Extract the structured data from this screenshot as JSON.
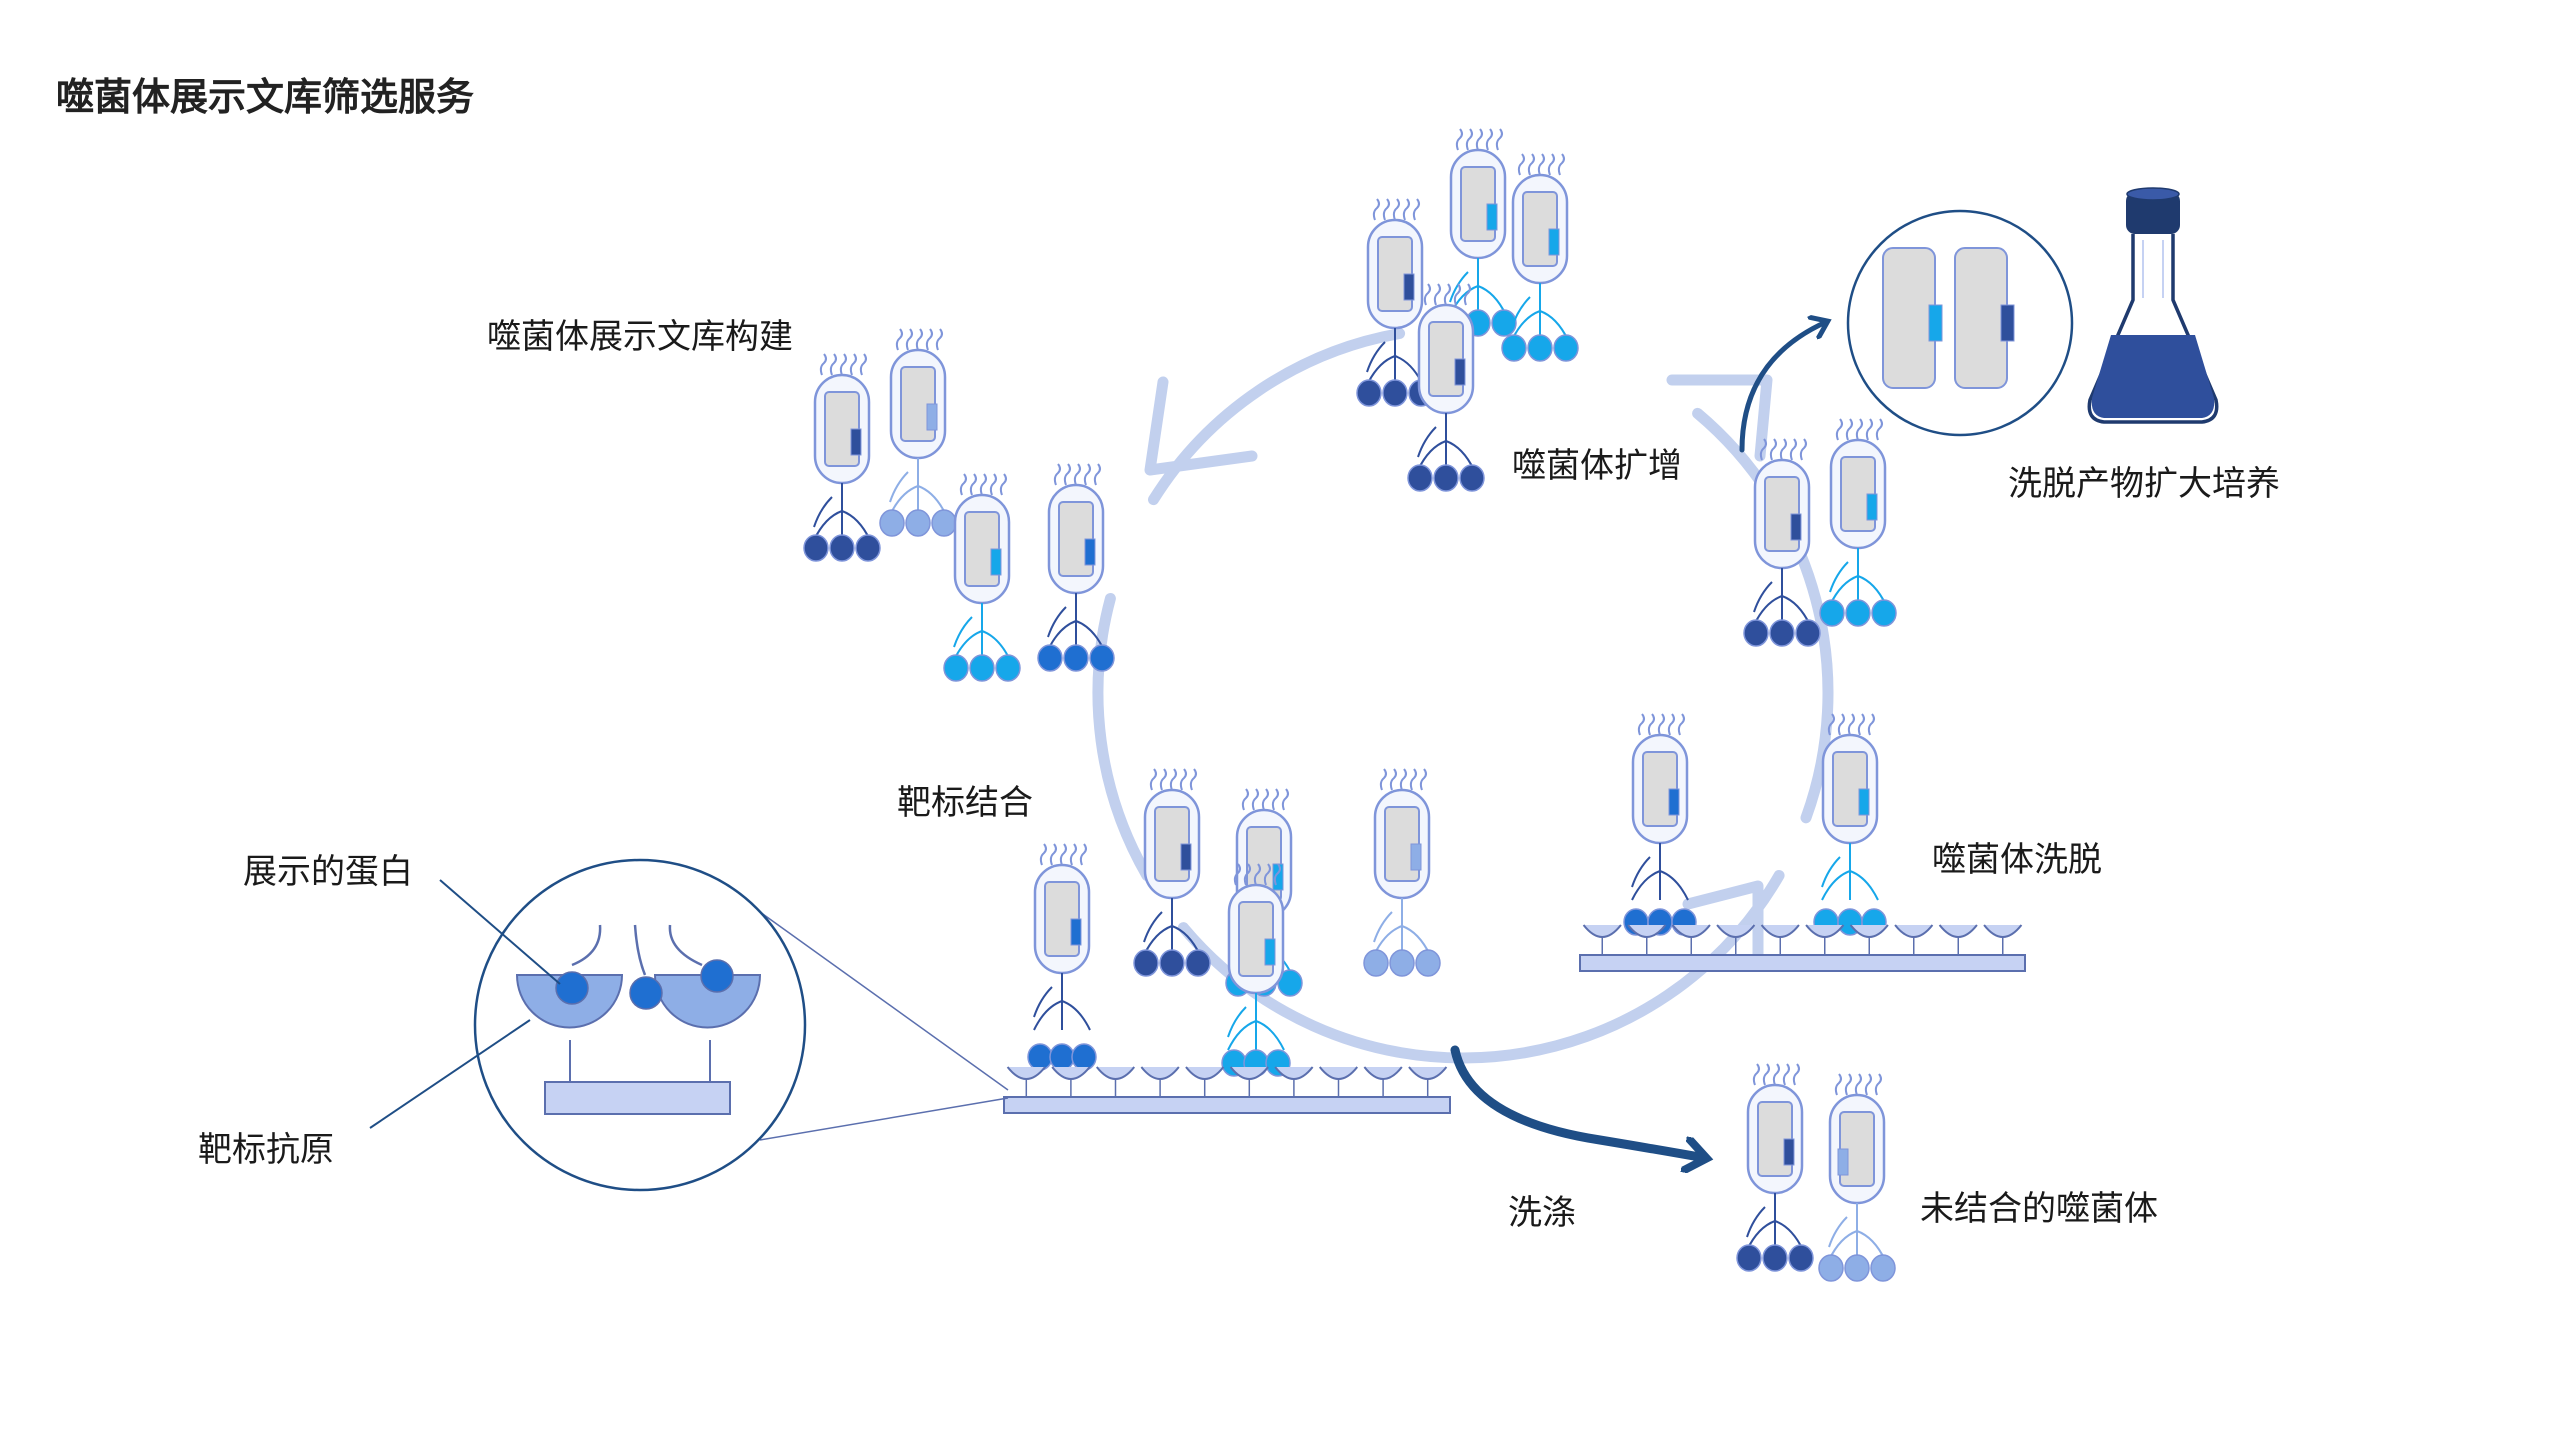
{
  "title": "噬菌体展示文库筛选服务",
  "steps": {
    "library_construction": "噬菌体展示文库构建",
    "amplification": "噬菌体扩增",
    "eluate_culture": "洗脱产物扩大培养",
    "target_binding": "靶标结合",
    "elution": "噬菌体洗脱",
    "washing": "洗涤",
    "unbound_phage": "未结合的噬菌体"
  },
  "callouts": {
    "displayed_protein": "展示的蛋白",
    "target_antigen": "靶标抗原"
  },
  "colors": {
    "cycle_arrow": "#c2d0ee",
    "dark_blue": "#2f4f9c",
    "mid_blue": "#1f6fd1",
    "light_blue": "#16a7ea",
    "pale_blue": "#8eaee6",
    "phage_outline": "#7f95da",
    "phage_fill": "#f3f6fd",
    "core_fill": "#dcdcdc",
    "plate_fill": "#c6d2f3",
    "plate_stroke": "#5b6fae",
    "navy_arrow": "#1f4e86",
    "flask_fill": "#2f4f9c",
    "flask_cap": "#1f3a6e"
  },
  "icons": [
    "phage-icon",
    "flask-icon",
    "zoom-lens-icon",
    "cycle-arrow-icon",
    "wash-arrow-icon"
  ]
}
